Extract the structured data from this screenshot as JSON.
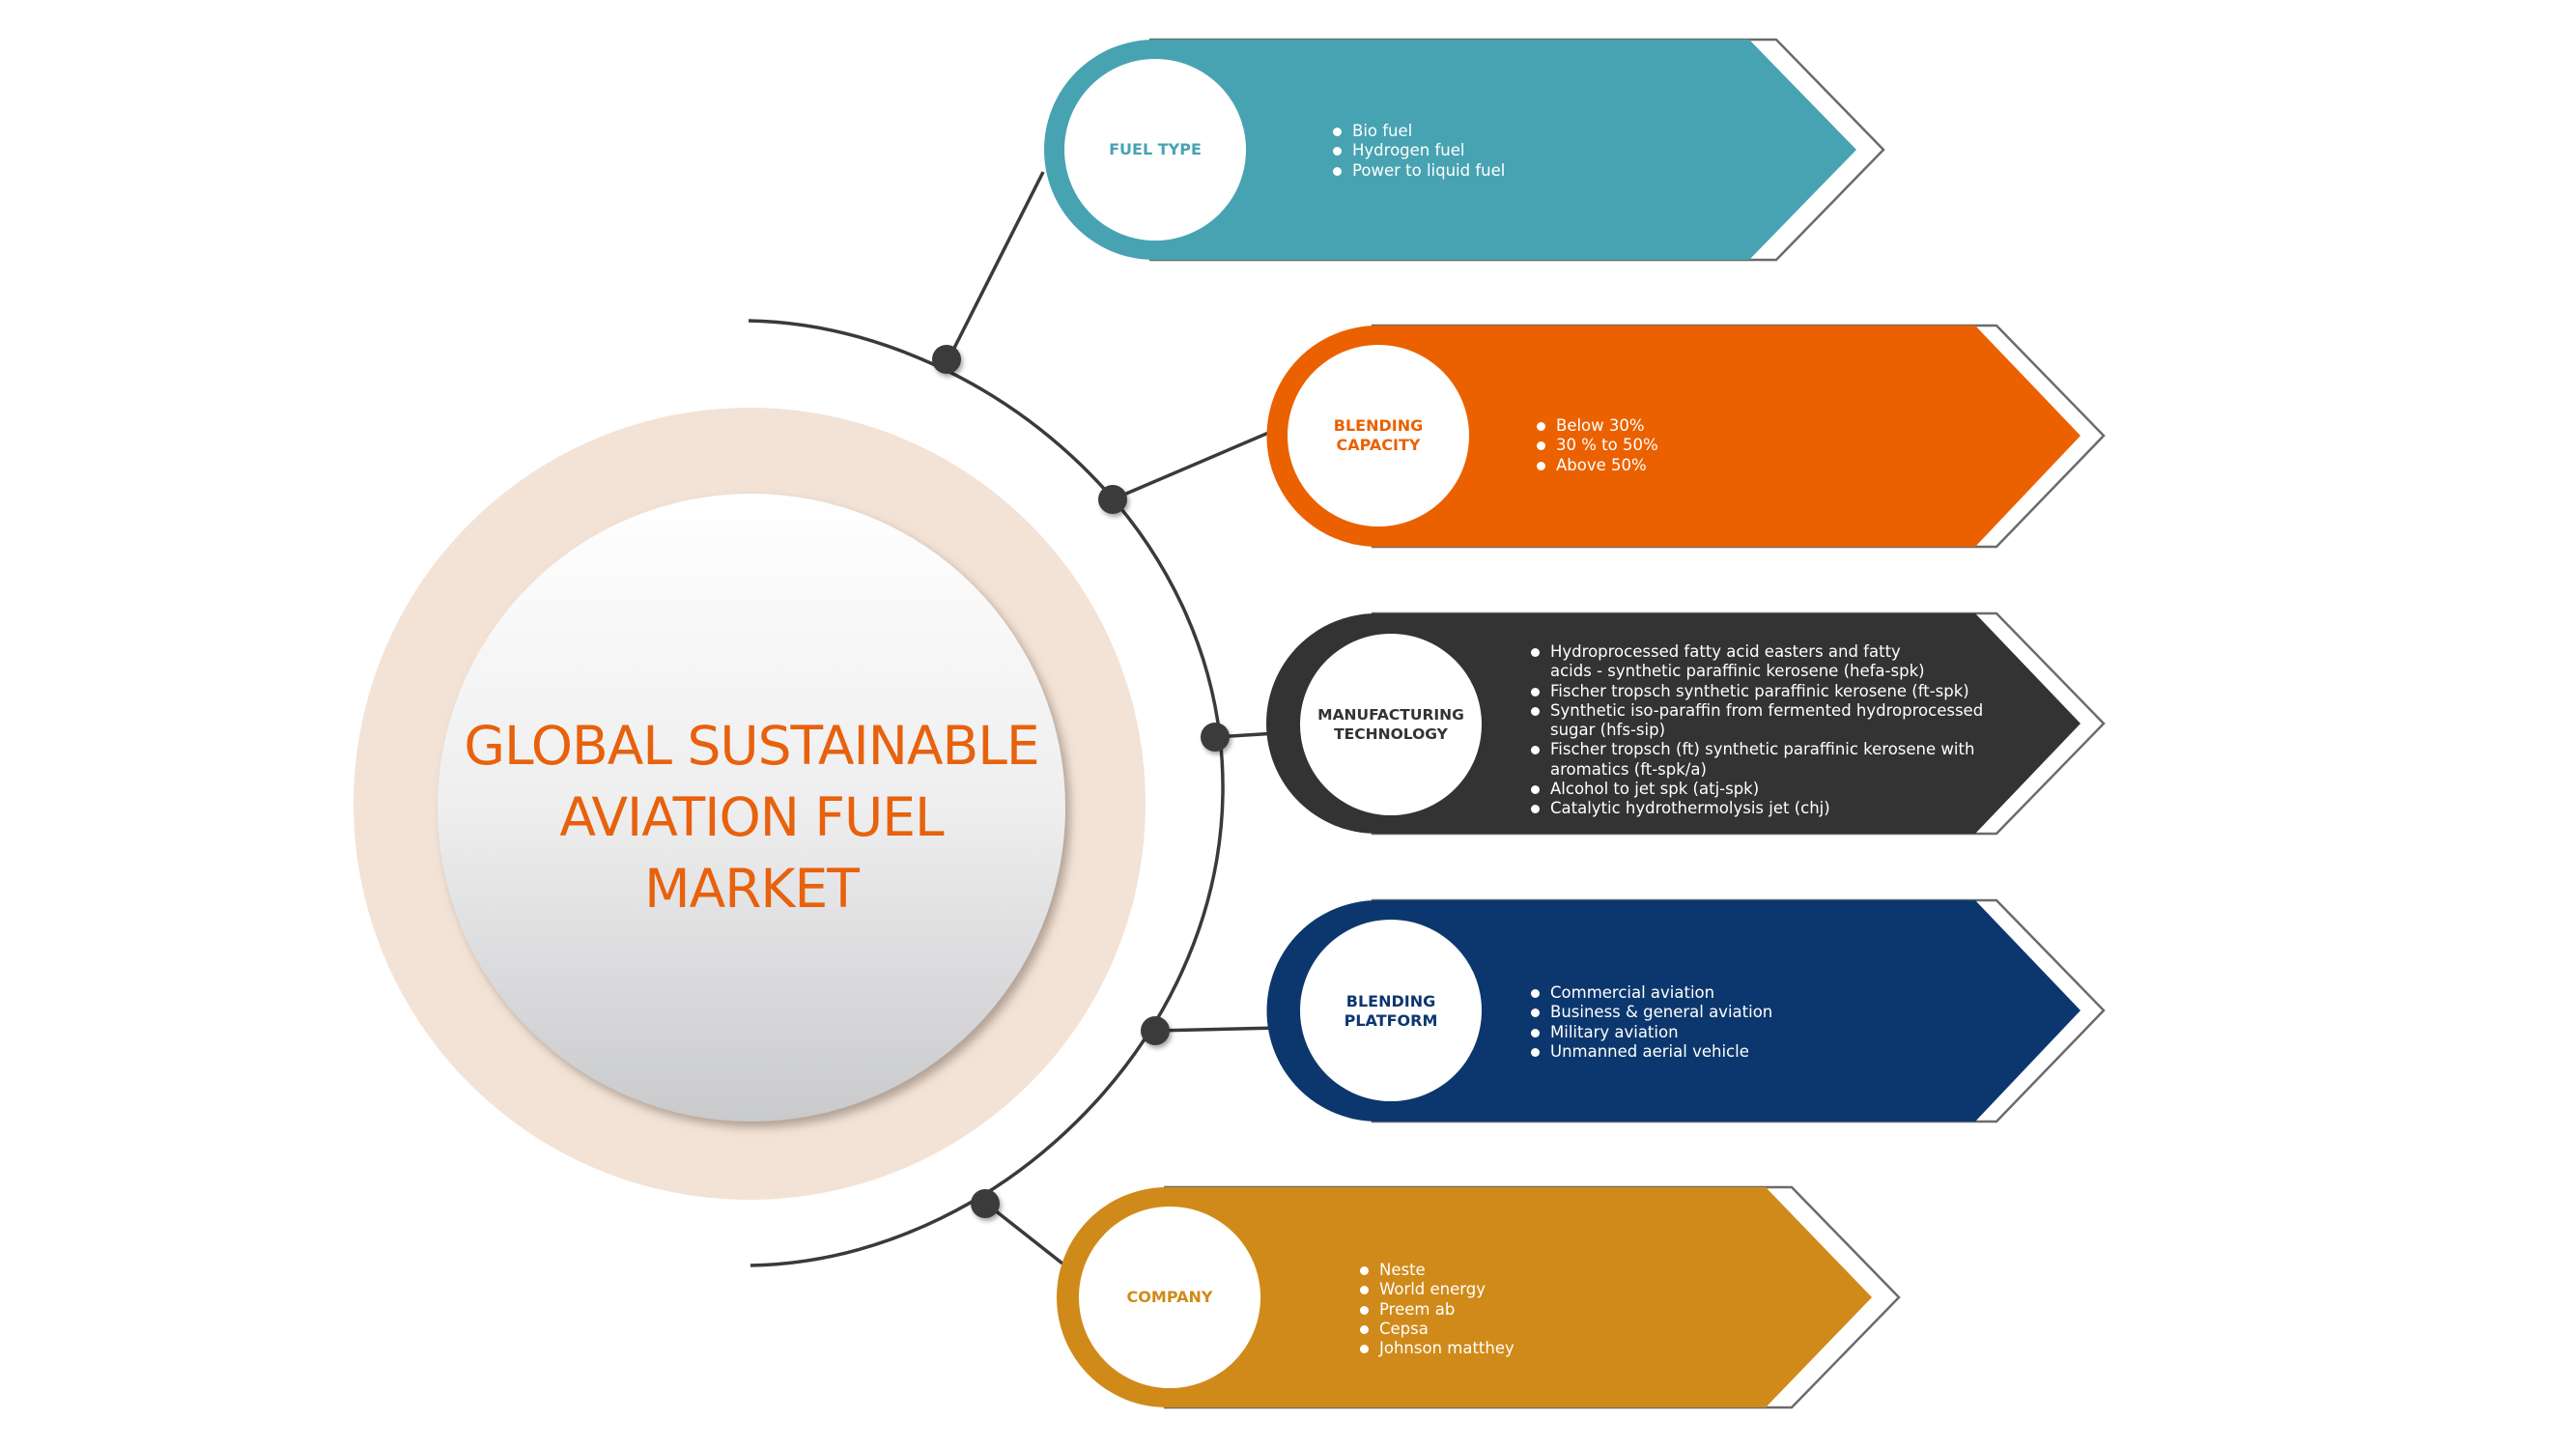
{
  "title": {
    "lines": [
      "GLOBAL SUSTAINABLE",
      "AVIATION FUEL",
      "MARKET"
    ],
    "color": "#e8610c"
  },
  "colors": {
    "outer_ring": "#f3e3d6",
    "connector": "#3a3a3a",
    "outline": "#6b6b6b"
  },
  "segments": [
    {
      "label_lines": [
        "FUEL TYPE"
      ],
      "color": "#47a3b2",
      "items": [
        "Bio fuel",
        "Hydrogen fuel",
        "Power to liquid fuel"
      ]
    },
    {
      "label_lines": [
        "BLENDING",
        "CAPACITY"
      ],
      "color": "#eb6100",
      "items": [
        "Below 30%",
        "30 % to 50%",
        "Above 50%"
      ]
    },
    {
      "label_lines": [
        "MANUFACTURING",
        "TECHNOLOGY"
      ],
      "color": "#333333",
      "items": [
        "Hydroprocessed fatty acid easters and fatty",
        "acids - synthetic paraffinic kerosene (hefa-spk)",
        "Fischer tropsch synthetic paraffinic kerosene (ft-spk)",
        "Synthetic iso-paraffin from fermented hydroprocessed",
        "sugar (hfs-sip)",
        "Fischer tropsch (ft) synthetic paraffinic kerosene with",
        "aromatics (ft-spk/a)",
        "Alcohol to jet spk (atj-spk)",
        "Catalytic hydrothermolysis jet (chj)"
      ],
      "continuation_lines": [
        1,
        4,
        6
      ]
    },
    {
      "label_lines": [
        "BLENDING",
        "PLATFORM"
      ],
      "color": "#0c376e",
      "items": [
        "Commercial aviation",
        "Business & general aviation",
        "Military aviation",
        "Unmanned aerial vehicle"
      ]
    },
    {
      "label_lines": [
        "COMPANY"
      ],
      "color": "#d08a1a",
      "items": [
        "Neste",
        "World energy",
        "Preem ab",
        "Cepsa",
        "Johnson matthey"
      ]
    }
  ]
}
